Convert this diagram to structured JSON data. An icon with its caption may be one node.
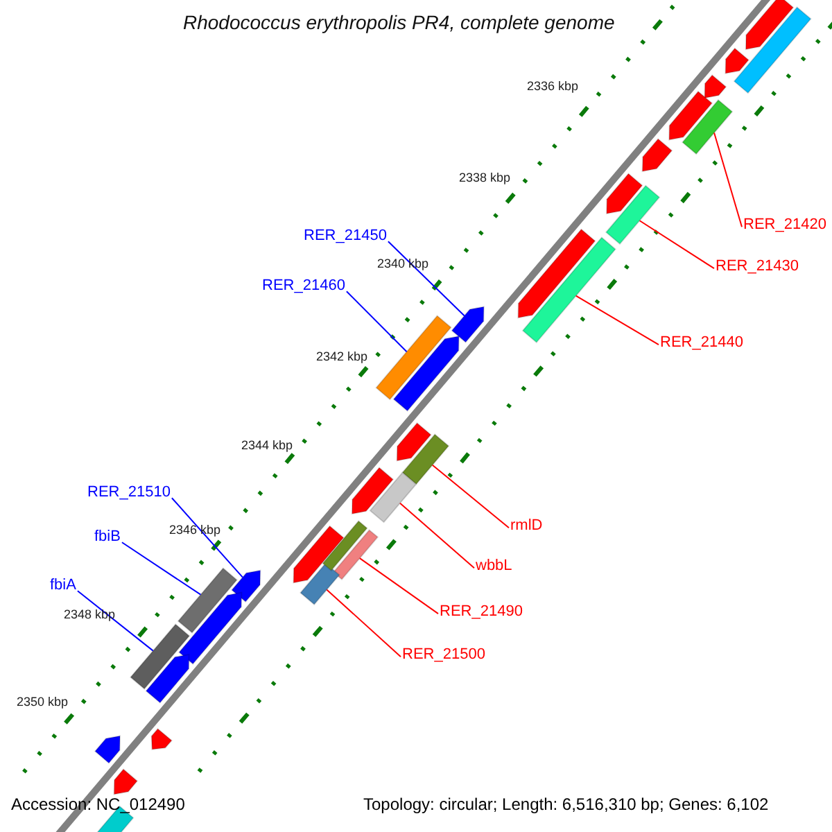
{
  "diagram": {
    "title": "Rhodococcus erythropolis PR4, complete genome",
    "nodes": [
      {
        "text": [
          "RER_21450"
        ]
      },
      {
        "text": [
          "RER_21460"
        ]
      },
      {
        "text": [
          "RER_21420"
        ]
      },
      {
        "text": [
          "RER_21430"
        ]
      },
      {
        "text": [
          "RER_21440"
        ]
      },
      {
        "text": [
          "rmlD"
        ]
      },
      {
        "text": [
          "wbbL"
        ]
      },
      {
        "text": [
          "RER_21490"
        ]
      },
      {
        "text": [
          "RER_21500"
        ]
      },
      {
        "text": [
          "RER_21510"
        ]
      },
      {
        "text": [
          "fbiB"
        ]
      },
      {
        "text": [
          "fbiA"
        ]
      },
      {
        "text": [],
        "shape": "arrow"
      },
      {
        "text": [],
        "shape": "bar"
      },
      {
        "text": [],
        "shape": "bar"
      },
      {
        "text": [],
        "shape": "bar"
      },
      {
        "text": [],
        "shape": "bar"
      },
      {
        "text": [],
        "shape": "bar"
      },
      {
        "text": [],
        "shape": "bar"
      },
      {
        "text": [],
        "shape": "bar"
      },
      {
        "text": [],
        "shape": "bar"
      },
      {
        "text": [],
        "shape": "arrow"
      },
      {
        "text": [],
        "shape": "bar"
      },
      {
        "text": [],
        "shape": "bar"
      },
      {
        "text": [],
        "shape": "arrow"
      },
      {
        "text": [],
        "shape": "bar"
      },
      {
        "text": [],
        "shape": "arrow"
      },
      {
        "text": [],
        "shape": "arrow"
      },
      {
        "text": [],
        "shape": "arrow"
      },
      {
        "text": [],
        "shape": "arrow"
      },
      {
        "text": [],
        "shape": "arrow"
      },
      {
        "text": [],
        "shape": "arrow"
      },
      {
        "text": [],
        "shape": "arrow"
      },
      {
        "text": [],
        "shape": "arrow"
      },
      {
        "text": [],
        "shape": "arrow"
      },
      {
        "text": [],
        "shape": "arrow"
      },
      {
        "text": [],
        "shape": "arrow"
      },
      {
        "text": [],
        "shape": "arrow"
      },
      {
        "text": [],
        "shape": "arrow"
      },
      {
        "text": [],
        "shape": "arrow"
      },
      {
        "text": [],
        "shape": "arrow"
      },
      {
        "text": [],
        "shape": "bar"
      },
      {
        "text": [],
        "shape": "bar"
      }
    ],
    "edges": [
      {
        "from": 0,
        "to": 12,
        "arrow": "none",
        "color": "#0000ff"
      },
      {
        "from": 1,
        "to": 13,
        "arrow": "none",
        "color": "#0000ff"
      },
      {
        "from": 2,
        "to": 14,
        "arrow": "none"
      },
      {
        "from": 3,
        "to": 15,
        "arrow": "none"
      },
      {
        "from": 4,
        "to": 16,
        "arrow": "none"
      },
      {
        "from": 5,
        "to": 17,
        "arrow": "none"
      },
      {
        "from": 6,
        "to": 18,
        "arrow": "none"
      },
      {
        "from": 7,
        "to": 19,
        "arrow": "none"
      },
      {
        "from": 8,
        "to": 20,
        "arrow": "none"
      },
      {
        "from": 9,
        "to": 21,
        "arrow": "none",
        "color": "#0000ff"
      },
      {
        "from": 10,
        "to": 22,
        "arrow": "none",
        "color": "#0000ff"
      },
      {
        "from": 11,
        "to": 23,
        "arrow": "none",
        "color": "#0000ff"
      }
    ],
    "labels": [
      "2336 kbp",
      "2338 kbp",
      "2340 kbp",
      "2342 kbp",
      "2344 kbp",
      "2346 kbp",
      "2348 kbp",
      "2350 kbp",
      "Accession: NC_012490",
      "Topology: circular; Length: 6,516,310 bp; Genes: 6,102"
    ]
  }
}
